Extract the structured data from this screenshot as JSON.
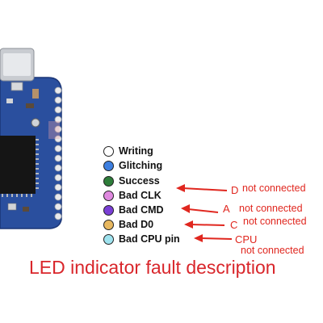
{
  "legend": {
    "items": [
      {
        "label": "Writing",
        "color": "#ffffff"
      },
      {
        "label": "Glitching",
        "color": "#3d7fe0"
      },
      {
        "label": "Success",
        "color": "#2e7d3a"
      },
      {
        "label": "Bad CLK",
        "color": "#e08ae0"
      },
      {
        "label": "Bad CMD",
        "color": "#7a3fd6"
      },
      {
        "label": "Bad D0",
        "color": "#e8b860"
      },
      {
        "label": "Bad CPU pin",
        "color": "#9fe3ef"
      }
    ]
  },
  "annotations": [
    {
      "code": "D",
      "text": "not connected"
    },
    {
      "code": "A",
      "text": "not connected"
    },
    {
      "code": "C",
      "text": "not connected"
    },
    {
      "code": "CPU",
      "text": "not connected"
    }
  ],
  "caption": "LED indicator fault description",
  "colors": {
    "accent_red": "#e0271f",
    "pcb_blue": "#2a4f9e",
    "chip_black": "#151515"
  }
}
